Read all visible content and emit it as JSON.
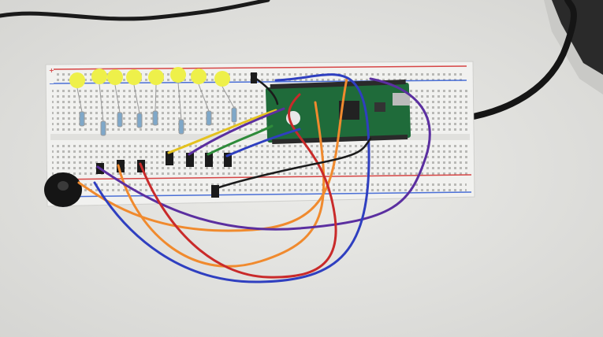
{
  "scene": {
    "background": "#e4e4e2",
    "breadboard": {
      "rail_plus_label": "+",
      "rail_minus_label": "−",
      "color_body": "#f1f1ef",
      "color_rail_red": "#d64545",
      "color_rail_blue": "#4a6fd6"
    },
    "leds": {
      "count": 8,
      "color": "#eef04a"
    },
    "resistors": {
      "count": 8,
      "color_body": "#7fa8c9"
    },
    "buzzer": {
      "color": "#151515"
    },
    "microcontroller": {
      "board_color": "#1f6b3a",
      "icon": "raspberry-pi-pico-board"
    },
    "usb_cable": {
      "color": "#151515"
    },
    "wire_colors": {
      "orange": "#f08a2e",
      "purple": "#5b2fa0",
      "blue": "#2f3fc0",
      "red": "#c92a2a",
      "black": "#1b1b1b",
      "yellow": "#e4c21f",
      "green": "#2e8b3a"
    }
  }
}
